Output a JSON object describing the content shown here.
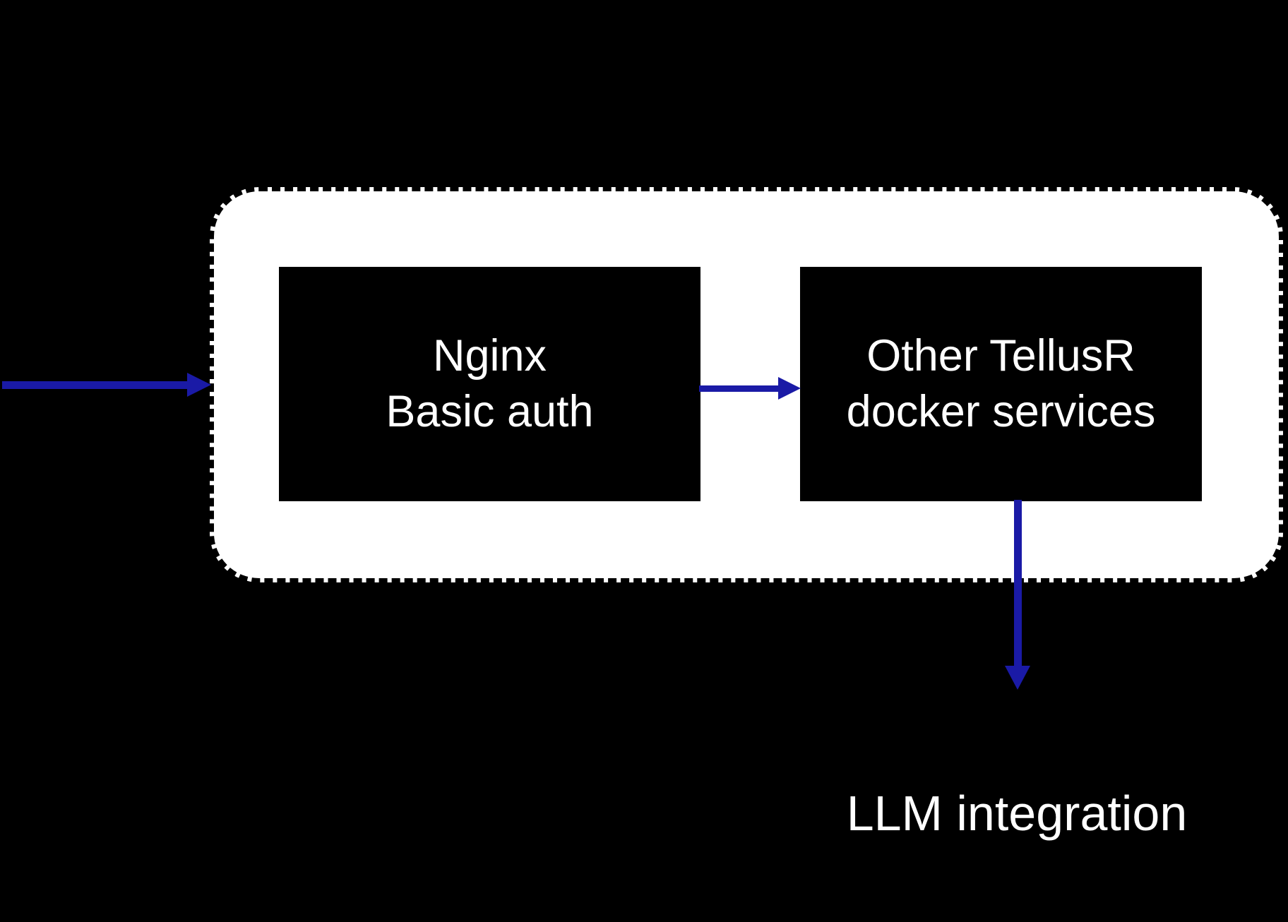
{
  "canvas": {
    "background": "#000000"
  },
  "group": {
    "fill": "#ffffff",
    "border_color": "#000000",
    "border_style": "dashed"
  },
  "nodes": {
    "nginx": {
      "line1": "Nginx",
      "line2": "Basic auth",
      "fill": "#000000",
      "text_color": "#ffffff"
    },
    "tellusr": {
      "line1": "Other TellusR",
      "line2": "docker services",
      "fill": "#000000",
      "text_color": "#ffffff"
    }
  },
  "arrows": {
    "color": "#1a1aa6"
  },
  "labels": {
    "llm": "LLM integration",
    "color": "#ffffff"
  }
}
